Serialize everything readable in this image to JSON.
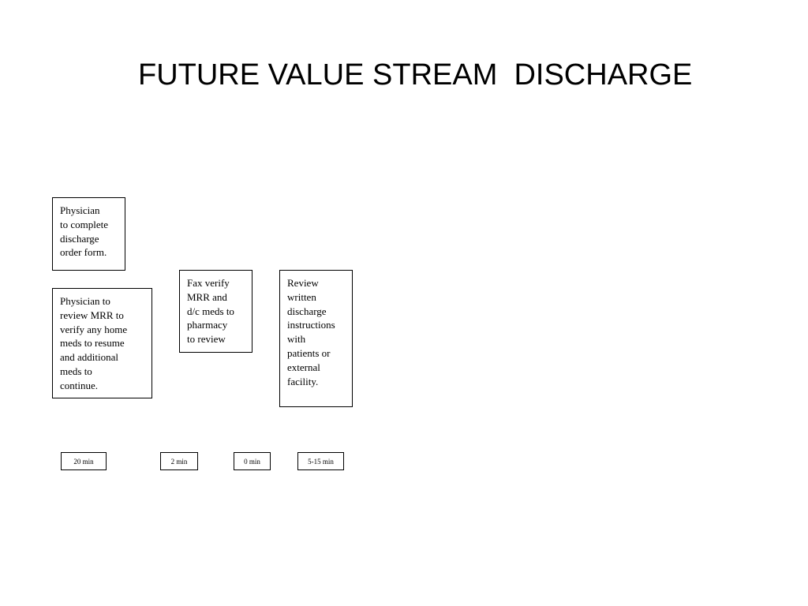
{
  "title": "FUTURE VALUE STREAM  DISCHARGE",
  "process_steps": [
    {
      "text": "Physician\nto complete\ndischarge\norder form."
    },
    {
      "text": "Physician to\nreview MRR to\nverify any home\nmeds to resume\nand additional\nmeds to\ncontinue."
    },
    {
      "text": "Fax verify\nMRR and\nd/c meds to\npharmacy\nto review"
    },
    {
      "text": "Review\nwritten\ndischarge\ninstructions\nwith\npatients or\nexternal\nfacility."
    }
  ],
  "timeline": [
    {
      "label": "20 min"
    },
    {
      "label": "2 min"
    },
    {
      "label": "0 min"
    },
    {
      "label": "5-15 min"
    }
  ]
}
